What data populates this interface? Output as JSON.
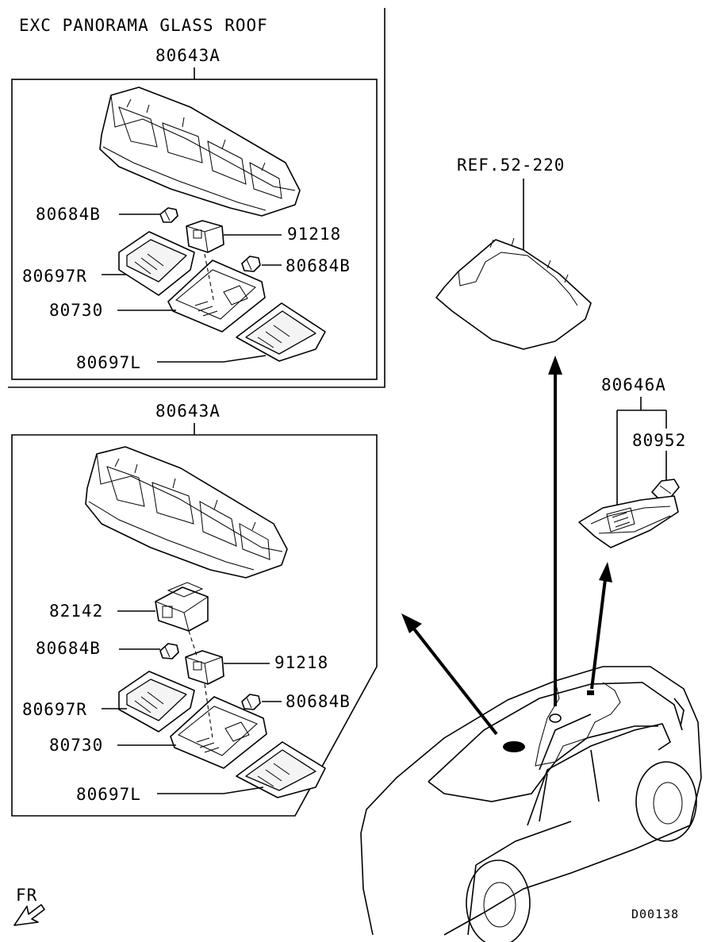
{
  "header": {
    "note": "EXC PANORAMA GLASS ROOF"
  },
  "upper_group": {
    "assembly": "80643A",
    "parts": {
      "bulb_a": "80684B",
      "switch": "91218",
      "bulb_b": "80684B",
      "lens_r": "80697R",
      "housing": "80730",
      "lens_l": "80697L"
    }
  },
  "lower_group": {
    "assembly": "80643A",
    "parts": {
      "switch_big": "82142",
      "bulb_a": "80684B",
      "switch": "91218",
      "bulb_b": "80684B",
      "lens_r": "80697R",
      "housing": "80730",
      "lens_l": "80697L"
    }
  },
  "roof_ref": "REF.52-220",
  "rear_lamp": {
    "assembly": "80646A",
    "bulb": "80952"
  },
  "direction": "FR",
  "figure_code": "D00138"
}
